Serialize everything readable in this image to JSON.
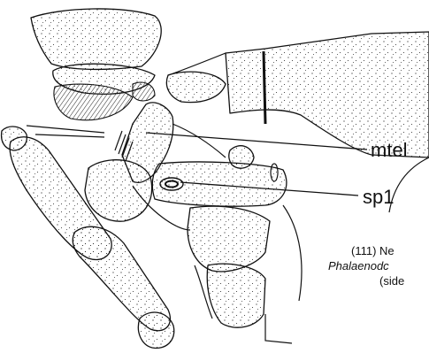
{
  "labels": {
    "mtel": "mtel",
    "sp1": "sp1"
  },
  "caption": {
    "line1": "(111) Ne",
    "line2": "Phalaenodc",
    "line3": "(side"
  },
  "colors": {
    "ink": "#111111",
    "background": "#ffffff"
  }
}
